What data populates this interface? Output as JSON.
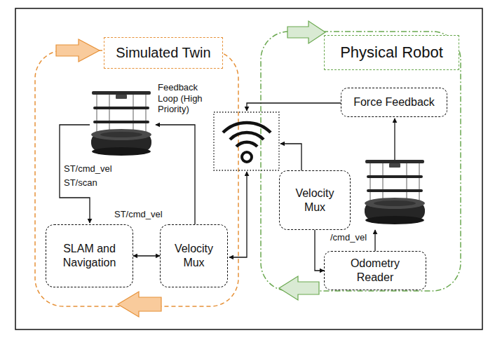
{
  "diagram": {
    "nodes": [
      {
        "text": [
          "Simulated Twin"
        ]
      },
      {
        "text": [
          "Physical Robot"
        ]
      },
      {
        "text": [
          "Force Feedback"
        ]
      },
      {
        "text": [
          "Velocity Mux"
        ]
      },
      {
        "text": [
          "SLAM and Navigation"
        ]
      },
      {
        "text": [
          "Velocity Mux"
        ]
      },
      {
        "text": [
          "Odometry Reader"
        ]
      }
    ],
    "edges": [
      {
        "from": 4,
        "to": 5,
        "arrow": "both"
      },
      {
        "from": 3,
        "to": 6,
        "arrow": "to"
      }
    ],
    "labels": [
      "Feedback Loop (High Priority)",
      "ST/cmd_vel",
      "ST/scan",
      "ST/cmd_vel",
      "/cmd_vel"
    ]
  }
}
